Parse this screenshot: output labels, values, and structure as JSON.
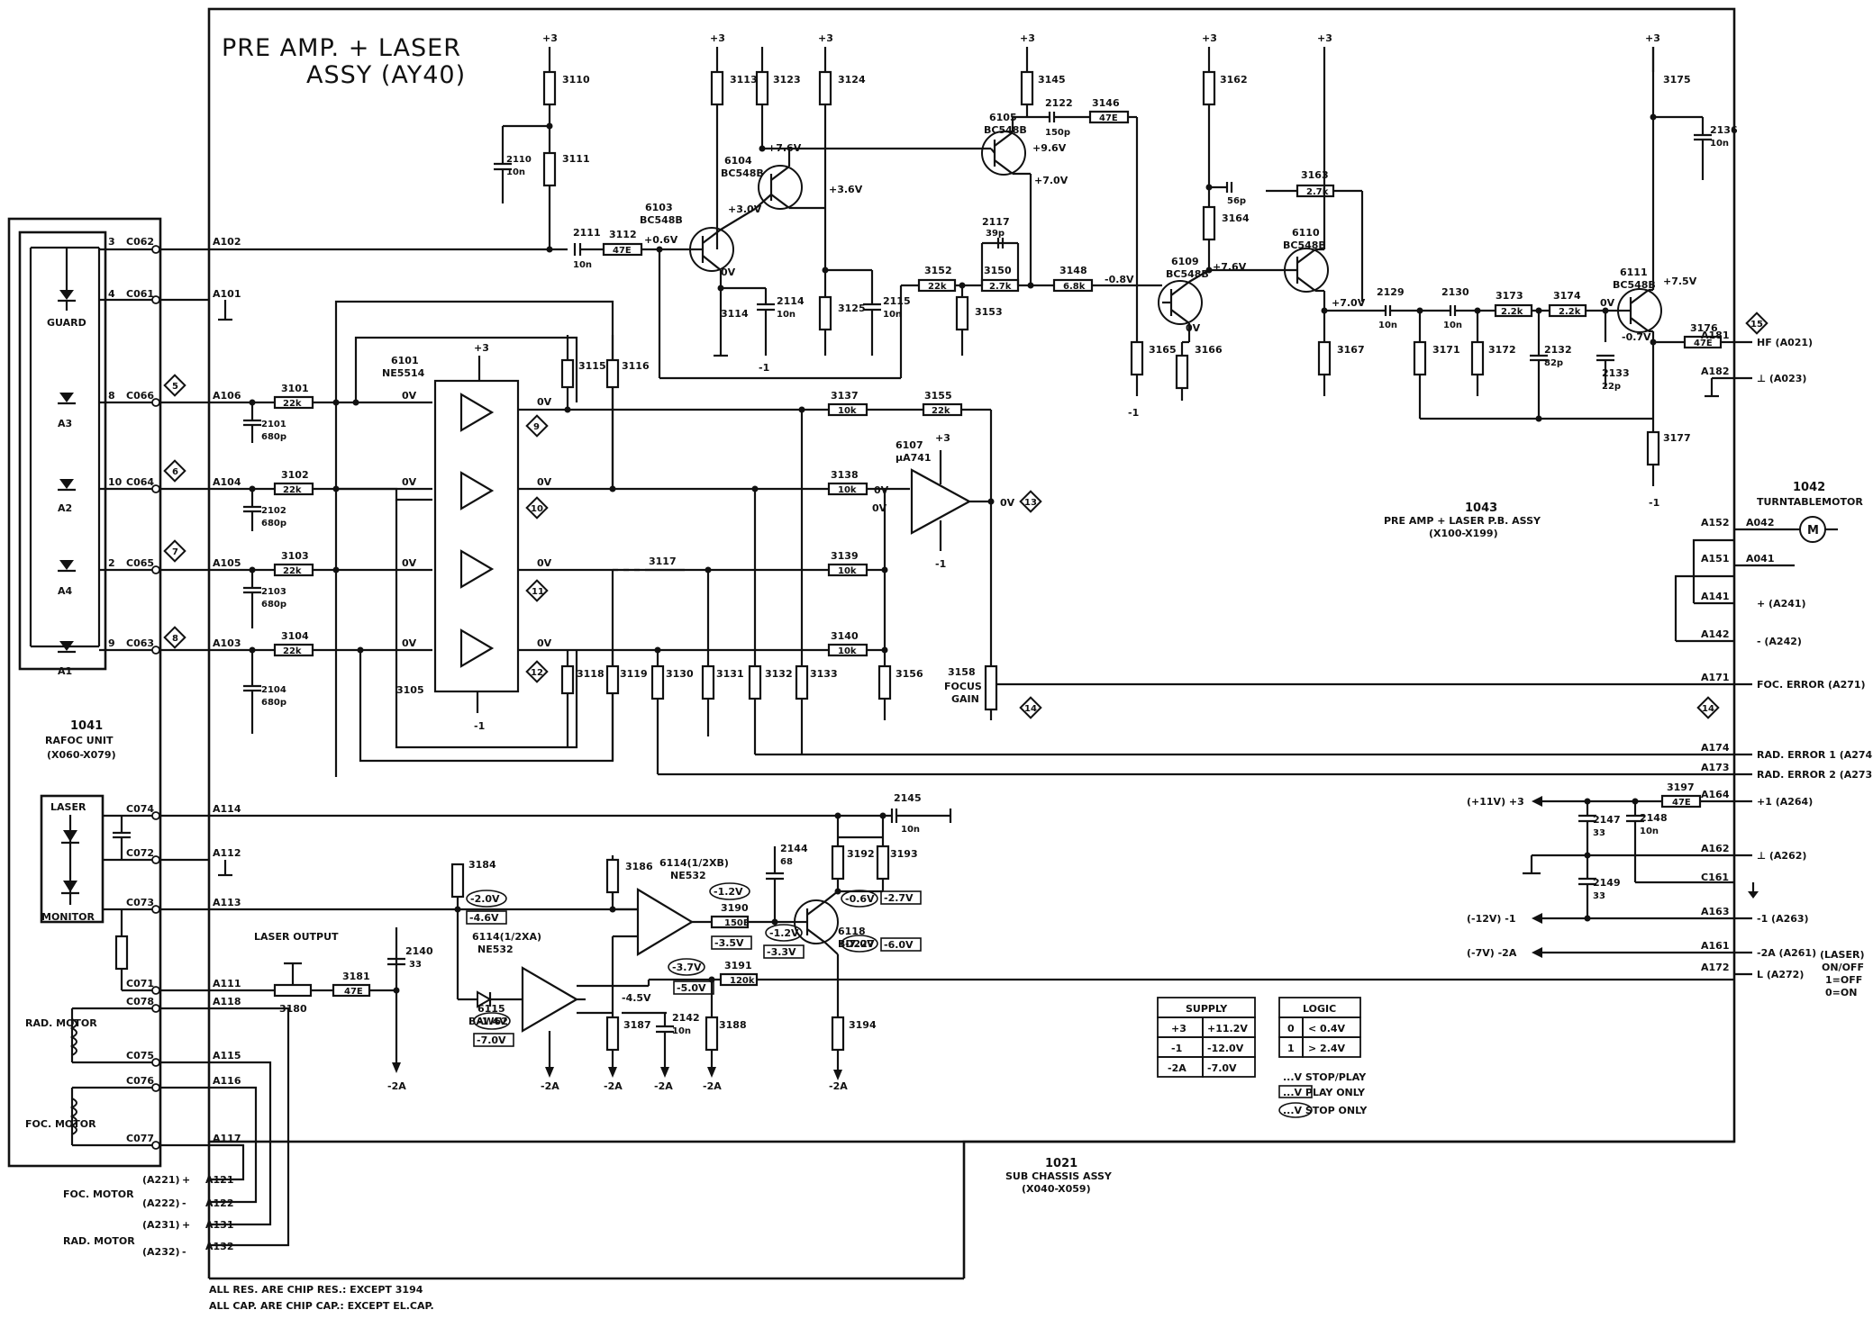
{
  "title": {
    "line1": "PRE AMP. + LASER",
    "line2": "ASSY (AY40)"
  },
  "blocks": {
    "rafoc": {
      "ref": "1041",
      "name": "RAFOC UNIT",
      "range": "(X060-X079)"
    },
    "preamp": {
      "ref": "1043",
      "name": "PRE AMP + LASER P.B. ASSY",
      "range": "(X100-X199)"
    },
    "subchassis": {
      "ref": "1021",
      "name": "SUB CHASSIS ASSY",
      "range": "(X040-X059)"
    },
    "turntable": {
      "ref": "1042",
      "name": "TURNTABLEMOTOR"
    }
  },
  "photodiodes": [
    {
      "label": "GUARD",
      "connector": "C061",
      "pin": "4",
      "pad": "A101"
    },
    {
      "label": "A3",
      "connector": "C066",
      "pin": "8",
      "pad": "A106"
    },
    {
      "label": "A2",
      "connector": "C064",
      "pin": "10",
      "pad": "A104"
    },
    {
      "label": "A4",
      "connector": "C065",
      "pin": "2",
      "pad": "A105"
    },
    {
      "label": "A1",
      "connector": "C063",
      "pin": "9",
      "pad": "A103"
    }
  ],
  "top_input": {
    "connector": "C062",
    "pin": "3",
    "pad": "A102"
  },
  "laser": {
    "label": "LASER",
    "monitor": "MONITOR",
    "connectors": [
      "C074",
      "C072",
      "C073",
      "C071"
    ],
    "pads": [
      "A114",
      "A112",
      "A113",
      "A111"
    ],
    "output_label": "LASER OUTPUT"
  },
  "motors": {
    "rad": {
      "label": "RAD. MOTOR",
      "connectors": [
        "C078",
        "C075"
      ],
      "pads": [
        "A118",
        "A115"
      ]
    },
    "foc": {
      "label": "FOC. MOTOR",
      "connectors": [
        "C076",
        "C077"
      ],
      "pads": [
        "A116",
        "A117"
      ]
    }
  },
  "bottom_io": [
    {
      "group": "FOC. MOTOR",
      "ext": "(A221)",
      "sign": "+",
      "pad": "A121"
    },
    {
      "group": "",
      "ext": "(A222)",
      "sign": "-",
      "pad": "A122"
    },
    {
      "group": "RAD. MOTOR",
      "ext": "(A231)",
      "sign": "+",
      "pad": "A131"
    },
    {
      "group": "",
      "ext": "(A232)",
      "sign": "-",
      "pad": "A132"
    }
  ],
  "right_io": [
    {
      "pad": "A181",
      "label": "HF (A021)"
    },
    {
      "pad": "A182",
      "label": "⊥ (A023)"
    },
    {
      "pad": "A152",
      "label": "A042"
    },
    {
      "pad": "A151",
      "label": "A041"
    },
    {
      "pad": "A141",
      "label": "+ (A241)"
    },
    {
      "pad": "A142",
      "label": "- (A242)"
    },
    {
      "pad": "A171",
      "label": "FOC. ERROR (A271)"
    },
    {
      "pad": "A174",
      "label": "RAD. ERROR 1 (A274)"
    },
    {
      "pad": "A173",
      "label": "RAD. ERROR 2 (A273)"
    },
    {
      "pad": "A164",
      "label": "+1 (A264)"
    },
    {
      "pad": "A162",
      "label": "⊥ (A262)"
    },
    {
      "pad": "C161",
      "label": ""
    },
    {
      "pad": "A163",
      "label": "-1 (A263)"
    },
    {
      "pad": "A161",
      "label": "-2A (A261)"
    },
    {
      "pad": "A172",
      "label": "L (A272)"
    }
  ],
  "supply_rails": {
    "p3": "(+11V) +3",
    "m1": "(-12V) -1",
    "m2a": "(-7V) -2A"
  },
  "laser_note": {
    "l1": "(LASER)",
    "l2": "ON/OFF",
    "l3": "1=OFF",
    "l4": "0=ON"
  },
  "transistors": [
    {
      "ref": "6103",
      "type": "BC548B"
    },
    {
      "ref": "6104",
      "type": "BC548B"
    },
    {
      "ref": "6105",
      "type": "BC548B"
    },
    {
      "ref": "6109",
      "type": "BC548B"
    },
    {
      "ref": "6110",
      "type": "BC548B"
    },
    {
      "ref": "6111",
      "type": "BC548B"
    },
    {
      "ref": "6118",
      "type": "BD227"
    }
  ],
  "ics": {
    "u6101": {
      "ref": "6101",
      "type": "NE5514"
    },
    "u6107": {
      "ref": "6107",
      "type": "μA741"
    },
    "u6114b": {
      "ref": "6114(1/2XB)",
      "type": "NE532"
    },
    "u6114a": {
      "ref": "6114(1/2XA)",
      "type": "NE532"
    },
    "d6115": {
      "ref": "6115",
      "type": "BAW62"
    }
  },
  "voltages": {
    "v_0_6": "+0.6V",
    "v_3_0": "+3.0V",
    "v_7_6": "+7.6V",
    "v_3_6": "+3.6V",
    "v_9_6": "+9.6V",
    "v_7_0": "+7.0V",
    "v_m0_8": "-0.8V",
    "v_7_6b": "+7.6V",
    "v_7_0b": "+7.0V",
    "v_7_5": "+7.5V",
    "v_m0_7": "-0.7V",
    "ov": "0V",
    "v_m1_2": "-1.2V",
    "v_m2_0": "-2.0V",
    "v_m4_6": "-4.6V",
    "v_m3_5": "-3.5V",
    "v_m3_3": "-3.3V",
    "v_m0_6": "-0.6V",
    "v_m2_7": "-2.7V",
    "v_m7_0": "-7.0V",
    "v_m6_0": "-6.0V",
    "v_m3_7": "-3.7V",
    "v_m5_0": "-5.0V",
    "v_m1_4": "-1.4V",
    "v_m7_0b": "-7.0V",
    "v_m4_5": "-4.5V",
    "v_m1_2b": "-1.2V"
  },
  "supply_table": {
    "header": "SUPPLY",
    "rows": [
      [
        "+3",
        "+11.2V"
      ],
      [
        "-1",
        "-12.0V"
      ],
      [
        "-2A",
        "-7.0V"
      ]
    ]
  },
  "logic_table": {
    "header": "LOGIC",
    "rows": [
      [
        "0",
        "< 0.4V"
      ],
      [
        "1",
        "> 2.4V"
      ]
    ]
  },
  "legend": {
    "stop_play": "...V STOP/PLAY",
    "play_only": "...V PLAY ONLY",
    "stop_only": "...V STOP ONLY"
  },
  "footnotes": {
    "res": "ALL RES. ARE CHIP RES.: EXCEPT 3194",
    "cap": "ALL CAP. ARE CHIP CAP.: EXCEPT EL.CAP."
  },
  "misc": {
    "focus_gain": "FOCUS GAIN",
    "guard": "GUARD"
  }
}
